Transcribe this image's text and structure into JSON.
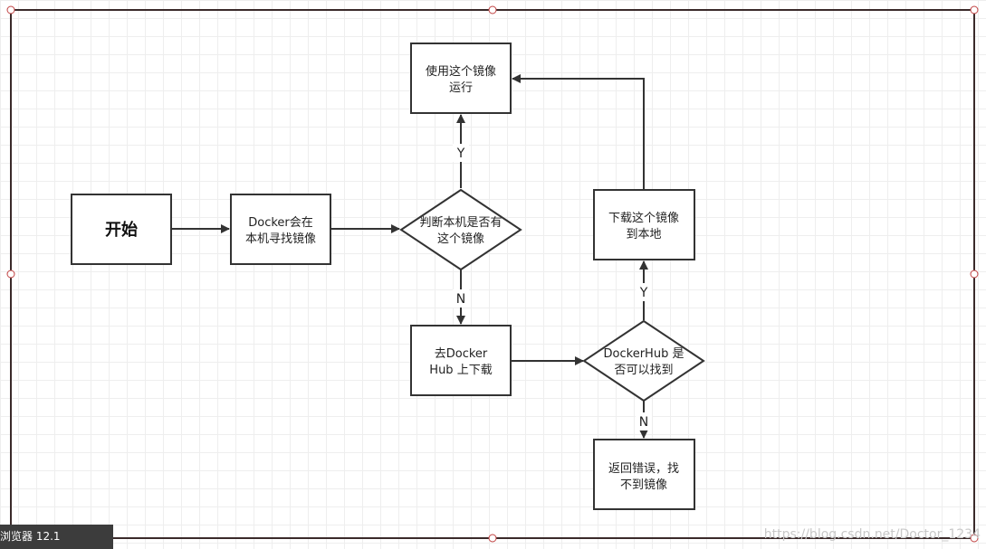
{
  "nodes": {
    "start": "开始",
    "search_local": [
      "Docker会在",
      "本机寻找镜像"
    ],
    "check_local": [
      "判断本机是否有",
      "这个镜像"
    ],
    "run_image": [
      "使用这个镜像",
      "运行"
    ],
    "download_hub": [
      "去Docker",
      "Hub 上下载"
    ],
    "check_hub": [
      "DockerHub 是",
      "否可以找到"
    ],
    "download_local": [
      "下载这个镜像",
      "到本地"
    ],
    "error": [
      "返回错误，找",
      "不到镜像"
    ]
  },
  "edge_labels": {
    "local_yes": "Y",
    "local_no": "N",
    "hub_yes": "Y",
    "hub_no": "N"
  },
  "taskbar": {
    "label": "浏览器 12.1"
  },
  "watermark": "https://blog.csdn.net/Doctor_1234",
  "colors": {
    "stroke": "#333333",
    "frame": "#3a2a2a",
    "handle": "#c04040"
  }
}
